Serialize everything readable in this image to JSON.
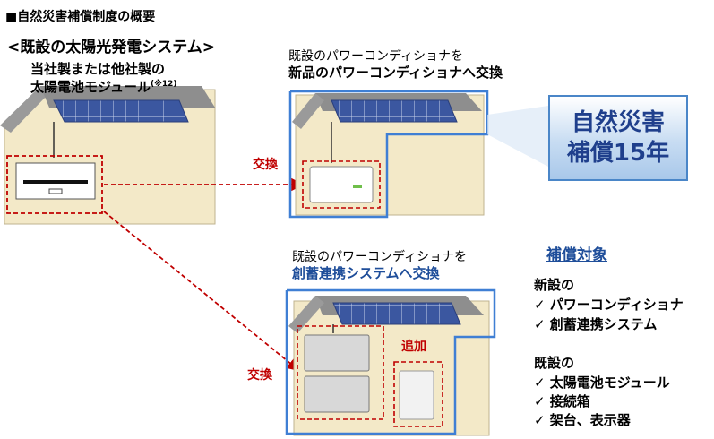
{
  "heading": "■自然災害補償制度の概要",
  "system_title": "<既設の太陽光発電システム>",
  "module_line1": "当社製または他社製の",
  "module_line2": "太陽電池モジュール",
  "module_note": "(※12)",
  "case1": {
    "line1": "既設のパワーコンディショナを",
    "line2": "新品のパワーコンディショナへ交換"
  },
  "case2": {
    "line1": "既設のパワーコンディショナを",
    "line2": "創蓄連携システムへ交換"
  },
  "exchange_label_1": "交換",
  "exchange_label_2": "交換",
  "add_label": "追加",
  "badge": {
    "line1": "自然災害",
    "line2": "補償15年"
  },
  "coverage": {
    "title": "補償対象",
    "new_label": "新設の",
    "new_items": [
      "✓ パワーコンディショナ",
      "✓ 創蓄連携システム"
    ],
    "existing_label": "既設の",
    "existing_items": [
      "✓ 太陽電池モジュール",
      "✓ 接続箱",
      "✓ 架台、表示器"
    ]
  },
  "colors": {
    "house_wall": "#f3e9c8",
    "roof": "#8e8e8e",
    "panel": "#3b57a0",
    "highlight_blue": "#3f7fd4",
    "red_dashed": "#c00000",
    "badge_text": "#1f3f8c"
  },
  "icons": {
    "house": "house-icon",
    "solar_panel": "solar-panel-icon",
    "power_conditioner": "power-conditioner-icon",
    "battery_unit": "battery-unit-icon"
  }
}
